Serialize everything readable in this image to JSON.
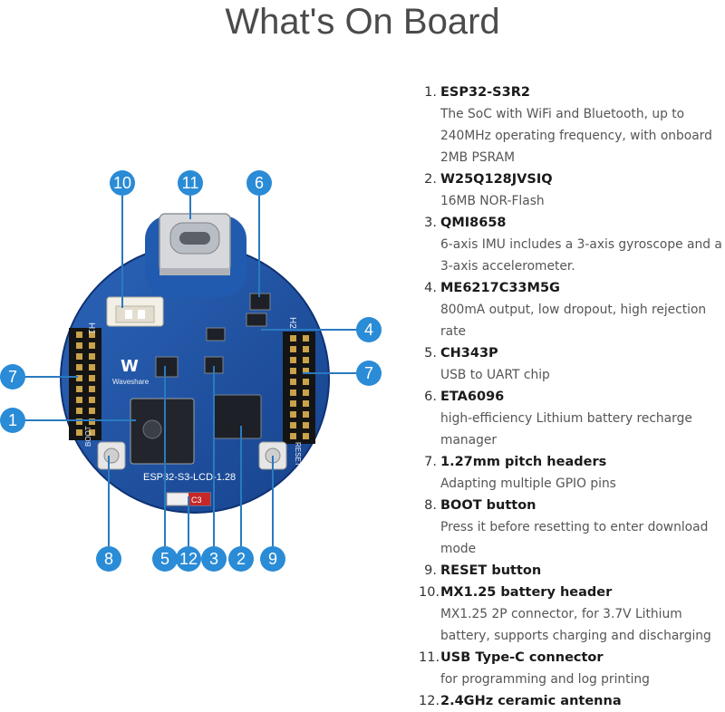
{
  "title": "What's On Board",
  "board": {
    "brand": "Waveshare",
    "model": "ESP32-S3-LCD-1.28",
    "header_left": "H1",
    "header_right": "H2",
    "boot_silk": "BOOT",
    "reset_silk": "RESET",
    "antenna_silk": "C3"
  },
  "callouts": [
    "10",
    "11",
    "6",
    "4",
    "7",
    "7",
    "1",
    "8",
    "5",
    "12",
    "3",
    "2",
    "9"
  ],
  "items": [
    {
      "num": "1.",
      "name": "ESP32-S3R2",
      "desc": "The SoC with WiFi and Bluetooth, up to 240MHz operating frequency, with onboard 2MB PSRAM"
    },
    {
      "num": "2.",
      "name": "W25Q128JVSIQ",
      "desc": "16MB NOR-Flash"
    },
    {
      "num": "3.",
      "name": "QMI8658",
      "desc": "6-axis IMU includes a 3-axis gyroscope and a 3-axis accelerometer."
    },
    {
      "num": "4.",
      "name": "ME6217C33M5G",
      "desc": "800mA output, low dropout, high rejection rate"
    },
    {
      "num": "5.",
      "name": "CH343P",
      "desc": "USB to UART chip"
    },
    {
      "num": "6.",
      "name": "ETA6096",
      "desc": "high-efficiency Lithium battery recharge manager"
    },
    {
      "num": "7.",
      "name": "1.27mm pitch headers",
      "desc": "Adapting multiple GPIO pins"
    },
    {
      "num": "8.",
      "name": "BOOT button",
      "desc": "Press it before resetting to enter download mode"
    },
    {
      "num": "9.",
      "name": "RESET button",
      "desc": ""
    },
    {
      "num": "10.",
      "name": "MX1.25 battery header",
      "desc": "MX1.25 2P connector, for 3.7V Lithium battery, supports charging and discharging"
    },
    {
      "num": "11.",
      "name": "USB Type-C connector",
      "desc": "for programming and log printing"
    },
    {
      "num": "12.",
      "name": "2.4GHz ceramic antenna",
      "desc": ""
    }
  ]
}
